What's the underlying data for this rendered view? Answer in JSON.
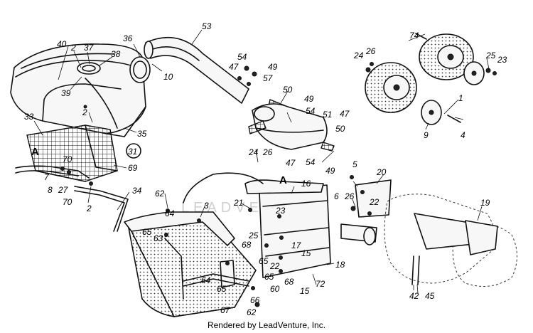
{
  "credit": "Rendered by LeadVenture, Inc.",
  "watermark": "LEADVENTURE",
  "callouts": {
    "c1": "1",
    "c2a": "2",
    "c2b": "2",
    "c2c": "2",
    "c3": "3",
    "c4": "4",
    "c5": "5",
    "c6": "6",
    "c7": "7",
    "c8": "8",
    "c9": "9",
    "c10": "10",
    "c15a": "15",
    "c15b": "15",
    "c16": "16",
    "c17": "17",
    "c18": "18",
    "c19": "19",
    "c20": "20",
    "c21": "21",
    "c22a": "22",
    "c22b": "22",
    "c23a": "23",
    "c23b": "23",
    "c24a": "24",
    "c24b": "24",
    "c25a": "25",
    "c25b": "25",
    "c26a": "26",
    "c26b": "26",
    "c26c": "26",
    "c27": "27",
    "c31": "31",
    "c33": "33",
    "c34": "34",
    "c35": "35",
    "c36": "36",
    "c37": "37",
    "c38": "38",
    "c39": "39",
    "c40": "40",
    "c42": "42",
    "c45": "45",
    "c47a": "47",
    "c47b": "47",
    "c47c": "47",
    "c49a": "49",
    "c49b": "49",
    "c49c": "49",
    "c50a": "50",
    "c50b": "50",
    "c51": "51",
    "c53": "53",
    "c54a": "54",
    "c54b": "54",
    "c54c": "54",
    "c57": "57",
    "c60": "60",
    "c62a": "62",
    "c62b": "62",
    "c63": "63",
    "c64a": "64",
    "c64b": "64",
    "c65a": "65",
    "c65b": "65",
    "c65c": "65",
    "c65d": "65",
    "c66": "66",
    "c67": "67",
    "c68a": "68",
    "c68b": "68",
    "c69": "69",
    "c70a": "70",
    "c70b": "70",
    "c72": "72",
    "c74": "74",
    "refA1": "A",
    "refA2": "A"
  }
}
